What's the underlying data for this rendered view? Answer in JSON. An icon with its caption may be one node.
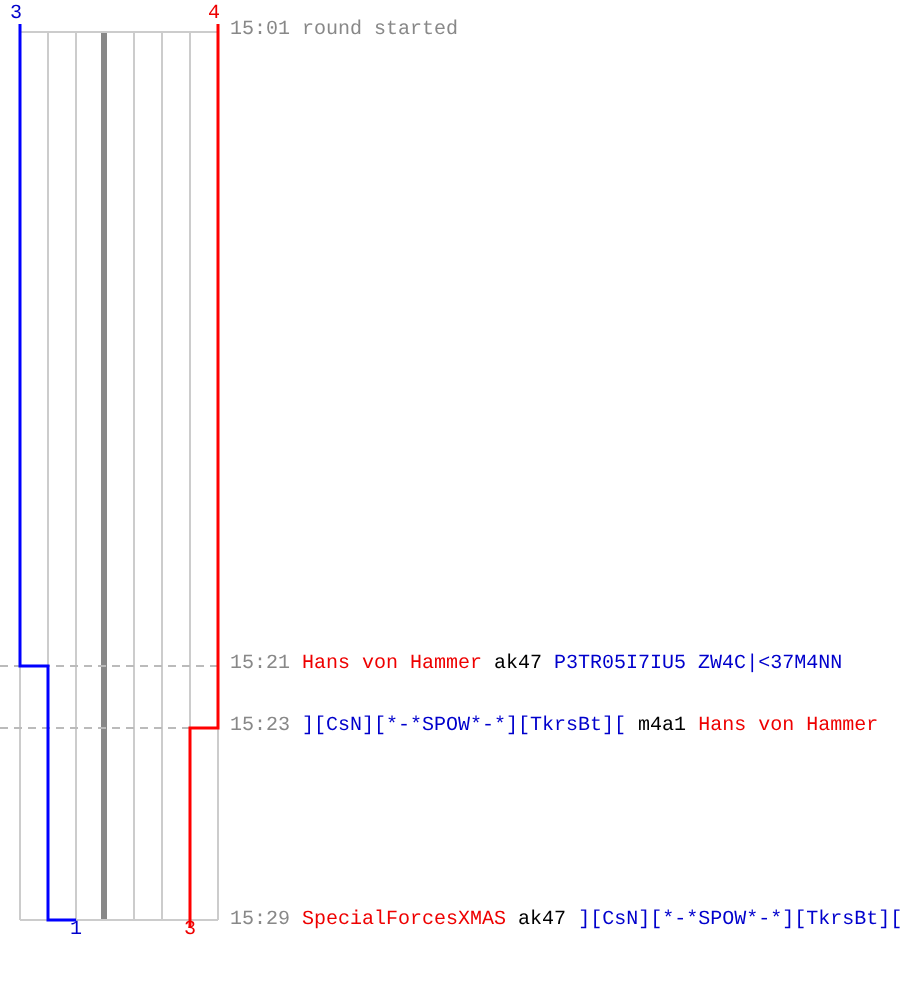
{
  "diagram": {
    "labels": [
      "3",
      "4",
      "15:01",
      "round started",
      "15:21",
      "Hans von Hammer",
      "ak47",
      "P3TR05I7IU5 ZW4C|<37M4NN",
      "15:23",
      "][CsN][*-*SPOW*-*][TkrsBt][",
      "m4a1",
      "Hans von Hammer",
      "15:29",
      "SpecialForcesXMAS",
      "ak47",
      "][CsN][*-*SPOW*-*][TkrsBt][",
      "1",
      "3"
    ]
  }
}
